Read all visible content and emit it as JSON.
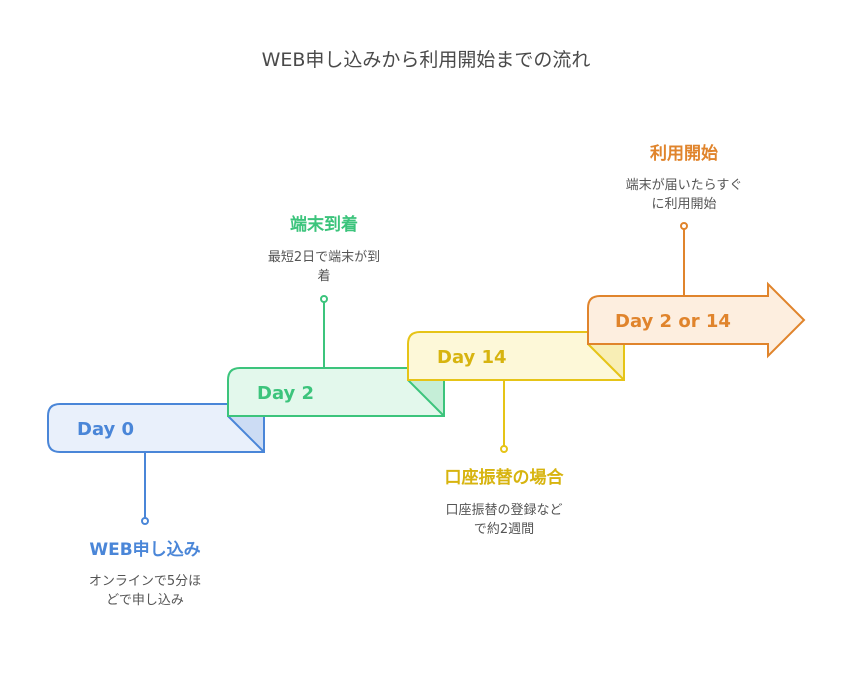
{
  "title": "WEB申し込みから利用開始までの流れ",
  "colors": {
    "blue": "#4a86d8",
    "green": "#3cc47c",
    "yellow": "#e6c417",
    "orange": "#e0842c"
  },
  "steps": [
    {
      "day": "Day 0",
      "heading": "WEB申し込み",
      "desc_lines": [
        "オンラインで5分ほ",
        "どで申し込み"
      ]
    },
    {
      "day": "Day 2",
      "heading": "端末到着",
      "desc_lines": [
        "最短2日で端末が到",
        "着"
      ]
    },
    {
      "day": "Day 14",
      "heading": "口座振替の場合",
      "desc_lines": [
        "口座振替の登録など",
        "で約2週間"
      ]
    },
    {
      "day": "Day 2 or 14",
      "heading": "利用開始",
      "desc_lines": [
        "端末が届いたらすぐ",
        "に利用開始"
      ]
    }
  ]
}
